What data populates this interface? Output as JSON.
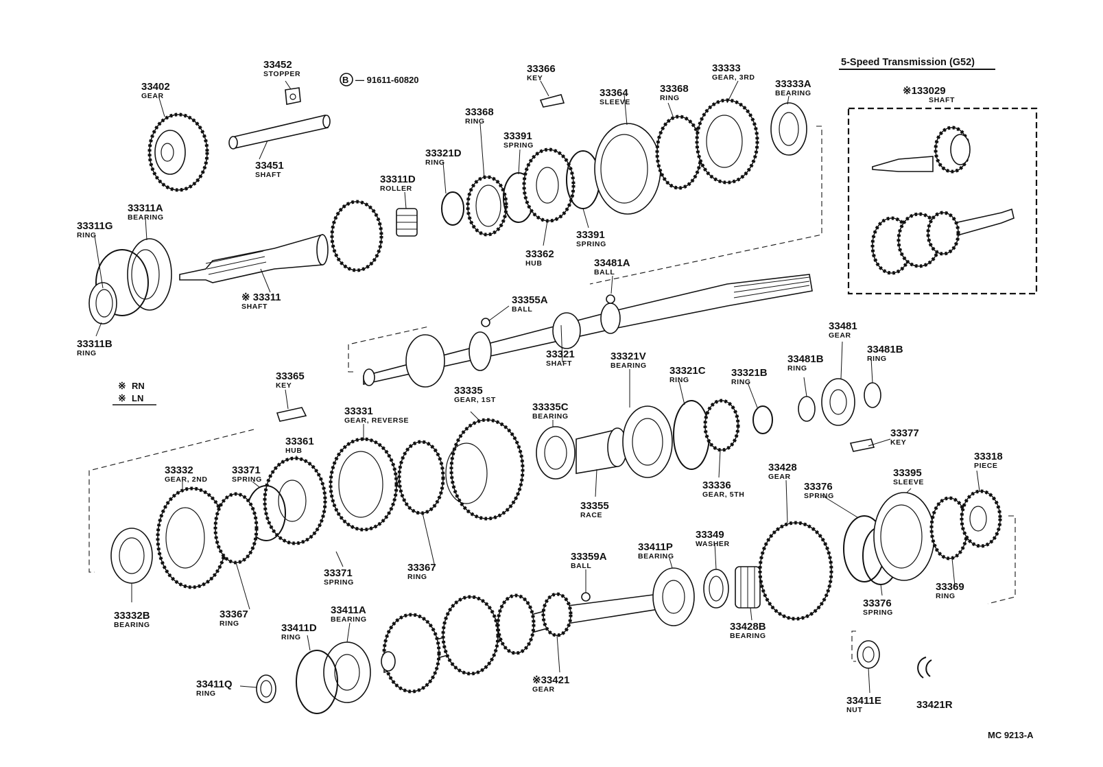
{
  "inset": {
    "title": "5-Speed Transmission (G52)",
    "part": {
      "number": "※133029",
      "name": "SHAFT"
    }
  },
  "bolt_note": {
    "symbol": "B",
    "text": "— 91611-60820"
  },
  "legend": [
    {
      "mark": "※",
      "text": "RN"
    },
    {
      "mark": "※",
      "text": "LN"
    }
  ],
  "footer_code": "MC 9213-A",
  "parts": [
    {
      "id": "p33402",
      "number": "33402",
      "name": "GEAR"
    },
    {
      "id": "p33452",
      "number": "33452",
      "name": "STOPPER"
    },
    {
      "id": "p33451",
      "number": "33451",
      "name": "SHAFT"
    },
    {
      "id": "p33366",
      "number": "33366",
      "name": "KEY"
    },
    {
      "id": "p33368a",
      "number": "33368",
      "name": "RING"
    },
    {
      "id": "p33368b",
      "number": "33368",
      "name": "RING"
    },
    {
      "id": "p33364",
      "number": "33364",
      "name": "SLEEVE"
    },
    {
      "id": "p33333",
      "number": "33333",
      "name": "GEAR, 3RD"
    },
    {
      "id": "p33333A",
      "number": "33333A",
      "name": "BEARING"
    },
    {
      "id": "p33391a",
      "number": "33391",
      "name": "SPRING"
    },
    {
      "id": "p33391b",
      "number": "33391",
      "name": "SPRING"
    },
    {
      "id": "p33321D",
      "number": "33321D",
      "name": "RING"
    },
    {
      "id": "p33311D",
      "number": "33311D",
      "name": "ROLLER"
    },
    {
      "id": "p33362",
      "number": "33362",
      "name": "HUB"
    },
    {
      "id": "p33311A",
      "number": "33311A",
      "name": "BEARING"
    },
    {
      "id": "p33311G",
      "number": "33311G",
      "name": "RING"
    },
    {
      "id": "p33311",
      "number": "※ 33311",
      "name": "SHAFT"
    },
    {
      "id": "p33311B",
      "number": "33311B",
      "name": "RING"
    },
    {
      "id": "p33481A",
      "number": "33481A",
      "name": "BALL"
    },
    {
      "id": "p33355A",
      "number": "33355A",
      "name": "BALL"
    },
    {
      "id": "p33321",
      "number": "33321",
      "name": "SHAFT"
    },
    {
      "id": "p33365",
      "number": "33365",
      "name": "KEY"
    },
    {
      "id": "p33331",
      "number": "33331",
      "name": "GEAR, REVERSE"
    },
    {
      "id": "p33335",
      "number": "33335",
      "name": "GEAR, 1ST"
    },
    {
      "id": "p33335C",
      "number": "33335C",
      "name": "BEARING"
    },
    {
      "id": "p33321V",
      "number": "33321V",
      "name": "BEARING"
    },
    {
      "id": "p33321C",
      "number": "33321C",
      "name": "RING"
    },
    {
      "id": "p33321B",
      "number": "33321B",
      "name": "RING"
    },
    {
      "id": "p33481B1",
      "number": "33481B",
      "name": "RING"
    },
    {
      "id": "p33481",
      "number": "33481",
      "name": "GEAR"
    },
    {
      "id": "p33481B2",
      "number": "33481B",
      "name": "RING"
    },
    {
      "id": "p33361",
      "number": "33361",
      "name": "HUB"
    },
    {
      "id": "p33371a",
      "number": "33371",
      "name": "SPRING"
    },
    {
      "id": "p33332",
      "number": "33332",
      "name": "GEAR, 2ND"
    },
    {
      "id": "p33336",
      "number": "33336",
      "name": "GEAR, 5TH"
    },
    {
      "id": "p33355",
      "number": "33355",
      "name": "RACE"
    },
    {
      "id": "p33377",
      "number": "33377",
      "name": "KEY"
    },
    {
      "id": "p33318",
      "number": "33318",
      "name": "PIECE"
    },
    {
      "id": "p33395",
      "number": "33395",
      "name": "SLEEVE"
    },
    {
      "id": "p33376a",
      "number": "33376",
      "name": "SPRING"
    },
    {
      "id": "p33428",
      "number": "33428",
      "name": "GEAR"
    },
    {
      "id": "p33349",
      "number": "33349",
      "name": "WASHER"
    },
    {
      "id": "p33411P",
      "number": "33411P",
      "name": "BEARING"
    },
    {
      "id": "p33359A",
      "number": "33359A",
      "name": "BALL"
    },
    {
      "id": "p33371b",
      "number": "33371",
      "name": "SPRING"
    },
    {
      "id": "p33367a",
      "number": "33367",
      "name": "RING"
    },
    {
      "id": "p33367b",
      "number": "33367",
      "name": "RING"
    },
    {
      "id": "p33332B",
      "number": "33332B",
      "name": "BEARING"
    },
    {
      "id": "p33411A",
      "number": "33411A",
      "name": "BEARING"
    },
    {
      "id": "p33411D",
      "number": "33411D",
      "name": "RING"
    },
    {
      "id": "p33421",
      "number": "※33421",
      "name": "GEAR"
    },
    {
      "id": "p33428B",
      "number": "33428B",
      "name": "BEARING"
    },
    {
      "id": "p33376b",
      "number": "33376",
      "name": "SPRING"
    },
    {
      "id": "p33369",
      "number": "33369",
      "name": "RING"
    },
    {
      "id": "p33411Q",
      "number": "33411Q",
      "name": "RING"
    },
    {
      "id": "p33411E",
      "number": "33411E",
      "name": "NUT"
    },
    {
      "id": "p33421R",
      "number": "33421R",
      "name": ""
    }
  ]
}
